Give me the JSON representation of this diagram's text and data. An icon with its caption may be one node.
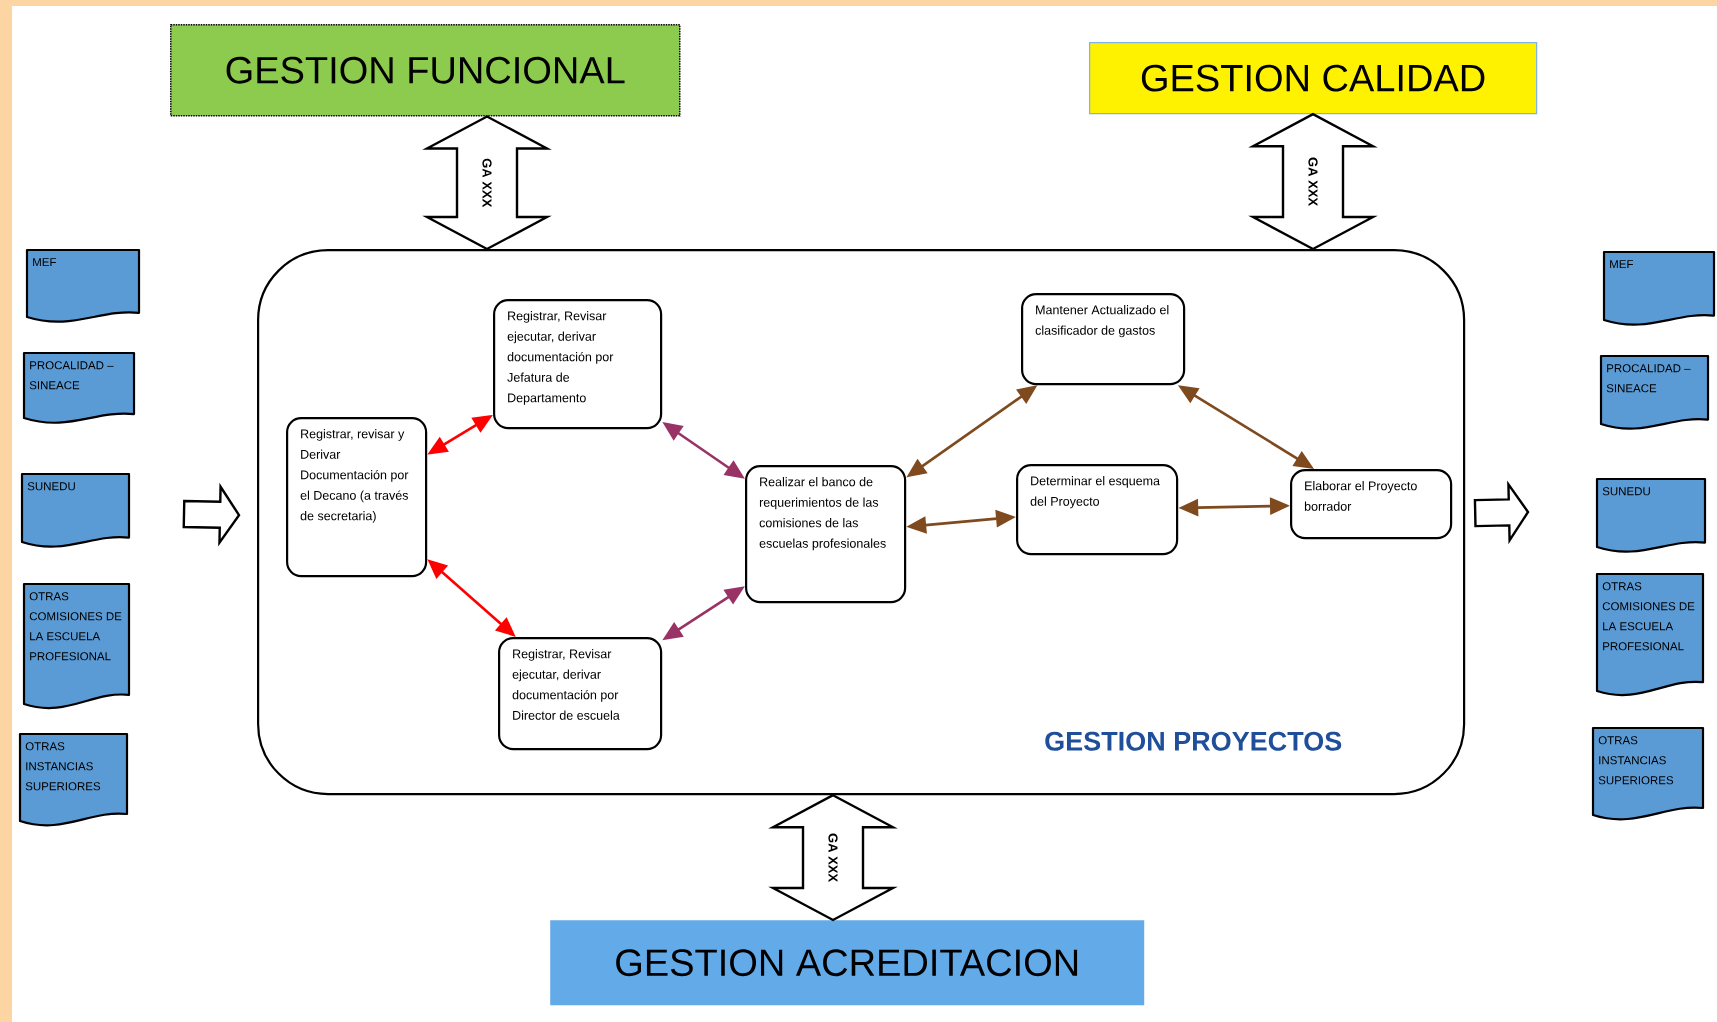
{
  "diagram": {
    "nodes": [
      {
        "text": [
          "GESTION FUNCIONAL"
        ]
      },
      {
        "text": [
          "GESTION CALIDAD"
        ]
      },
      {
        "text": [
          "GESTION PROYECTOS"
        ]
      },
      {
        "text": [
          "Registrar, Revisar ejecutar, derivar documentación por Jefatura de Departamento"
        ],
        "in": 2
      },
      {
        "text": [
          "Mantener Actualizado el clasificador de gastos"
        ],
        "in": 2
      },
      {
        "text": [
          "Registrar, revisar y Derivar Documentación por el Decano (a través de secretaria)"
        ],
        "in": 2
      },
      {
        "text": [
          "Realizar el banco de requerimientos de las comisiones de las escuelas profesionales"
        ],
        "in": 2
      },
      {
        "text": [
          "Determinar el esquema del Proyecto"
        ],
        "in": 2
      },
      {
        "text": [
          "Elaborar el Proyecto borrador"
        ],
        "in": 2
      },
      {
        "text": [
          "Registrar, Revisar ejecutar, derivar documentación por Director de escuela"
        ],
        "in": 2
      },
      {
        "text": [
          "MEF"
        ]
      },
      {
        "text": [
          "PROCALIDAD – SINEACE"
        ]
      },
      {
        "text": [
          "SUNEDU"
        ]
      },
      {
        "text": [
          "OTRAS COMISIONES DE LA ESCUELA PROFESIONAL"
        ]
      },
      {
        "text": [
          "OTRAS INSTANCIAS SUPERIORES"
        ]
      },
      {
        "text": [
          "MEF"
        ]
      },
      {
        "text": [
          "PROCALIDAD – SINEACE"
        ]
      },
      {
        "text": [
          "SUNEDU"
        ]
      },
      {
        "text": [
          "OTRAS COMISIONES DE LA ESCUELA PROFESIONAL"
        ]
      },
      {
        "text": [
          "OTRAS INSTANCIAS SUPERIORES"
        ]
      },
      {
        "text": [
          "GESTION ACREDITACION"
        ]
      }
    ],
    "edges": [
      {
        "from": 2,
        "to": 0,
        "arrow": "both",
        "label": "GA XXX"
      },
      {
        "from": 2,
        "to": 1,
        "arrow": "both",
        "label": "GA XXX"
      },
      {
        "from": 2,
        "to": 20,
        "arrow": "both",
        "label": "GA XXX"
      },
      {
        "from": null,
        "to": 2,
        "arrow": "to"
      },
      {
        "from": 2,
        "to": null,
        "arrow": "to"
      },
      {
        "from": 5,
        "to": 3,
        "arrow": "both",
        "color": "#ff0000"
      },
      {
        "from": 5,
        "to": 9,
        "arrow": "both",
        "color": "#ff0000"
      },
      {
        "from": 3,
        "to": 6,
        "arrow": "both",
        "color": "#993366"
      },
      {
        "from": 9,
        "to": 6,
        "arrow": "both",
        "color": "#993366"
      },
      {
        "from": 6,
        "to": 4,
        "arrow": "both"
      },
      {
        "from": 6,
        "to": 7,
        "arrow": "both"
      },
      {
        "from": 7,
        "to": 8,
        "arrow": "both"
      },
      {
        "from": 4,
        "to": 8,
        "arrow": "both"
      }
    ]
  }
}
